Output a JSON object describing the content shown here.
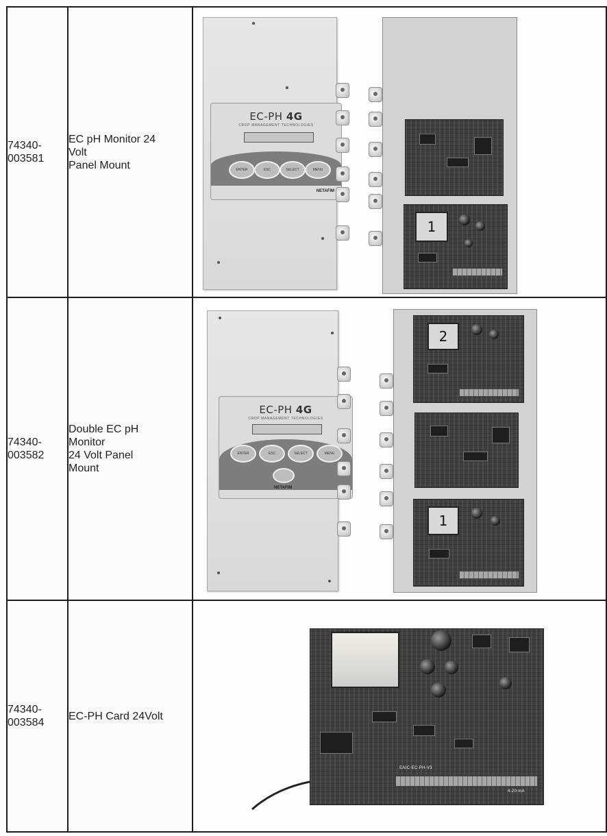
{
  "rows": [
    {
      "code_lines": [
        "74340-",
        "003581"
      ],
      "desc_lines": [
        "EC pH Monitor 24",
        "Volt",
        "Panel Mount"
      ],
      "photo": {
        "faceplate_title": "EC-PH",
        "faceplate_title_bold": "4G",
        "faceplate_subtitle": "CROP MANAGEMENT TECHNOLOGIES",
        "buttons": [
          "ENTER",
          "ESC",
          "SELECT",
          "MENU"
        ],
        "logo": "NETAFIM",
        "card_labels": [
          "1"
        ]
      }
    },
    {
      "code_lines": [
        "74340-",
        "003582"
      ],
      "desc_lines": [
        "Double EC pH",
        "Monitor",
        "24 Volt Panel",
        "Mount"
      ],
      "photo": {
        "faceplate_title": "EC-PH",
        "faceplate_title_bold": "4G",
        "faceplate_subtitle": "CROP MANAGEMENT TECHNOLOGIES",
        "buttons": [
          "ENTER",
          "ESC",
          "SELECT",
          "MENU"
        ],
        "logo": "NETAFIM",
        "card_labels": [
          "2",
          "1"
        ]
      }
    },
    {
      "code_lines": [
        "74340-",
        "003584"
      ],
      "desc_lines": [
        "EC-PH Card 24Volt"
      ],
      "photo": {
        "board_marking": "EAIC-EC-PH-V3",
        "terminal_marking": "4-20 mA"
      }
    }
  ]
}
